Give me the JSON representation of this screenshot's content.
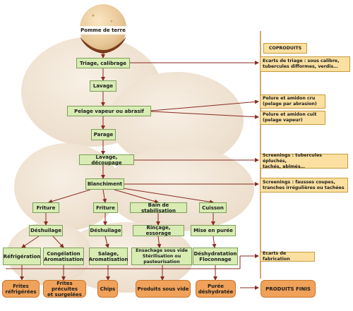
{
  "colors": {
    "process_box": "#d8ecb4",
    "process_border": "#7aa055",
    "coproduct_box": "#fbe0a2",
    "final_box": "#f0a25a",
    "arrow": "#8a2a20",
    "divider": "#c98a3a"
  },
  "start_label": "Pomme de terre",
  "steps": {
    "triage": "Triage, calibrage",
    "lavage": "Lavage",
    "pelage": "Pelage vapeur ou abrasif",
    "parage": "Parage",
    "lavage_decoupage": "Lavage, découpage",
    "blanchiment": "Blanchiment",
    "friture1": "Friture",
    "friture2": "Friture",
    "bain": "Bain de stabilisation",
    "cuisson": "Cuisson",
    "deshuilage1": "Déshuilage",
    "deshuilage2": "Déshuilage",
    "rincage": "Rinçage, essorage",
    "mise_puree": "Mise en purée",
    "refrigeration": "Réfrigération",
    "congelation": "Congélation\nAromatisation",
    "salage": "Salage,\nAromatisation",
    "ensachage": "Ensachage sous vide\nStérilisation ou pasteurisation",
    "deshydratation": "Déshydratation\nFloconnage"
  },
  "coproducts": {
    "header": "COPRODUITS",
    "items": [
      "Ecarts de triage : sous calibre,\ntubercules difformes, verdis…",
      "Pelure et amidon cru\n(pelage par abrasion)",
      "Pelure et amidon cuit\n(pelage vapeur)",
      "Screenings : tubercules épluchés,\ntachés, abîmés…",
      "Screenings : fausses coupes,\ntranches irrégulières ou tachées",
      "Ecarts de fabrication"
    ]
  },
  "final_products": {
    "header": "PRODUITS FINIS",
    "items": [
      "Frites\nréfrigérées",
      "Frites précuites\net surgelées",
      "Chips",
      "Produits sous vide",
      "Purée\ndéshydratée"
    ]
  }
}
